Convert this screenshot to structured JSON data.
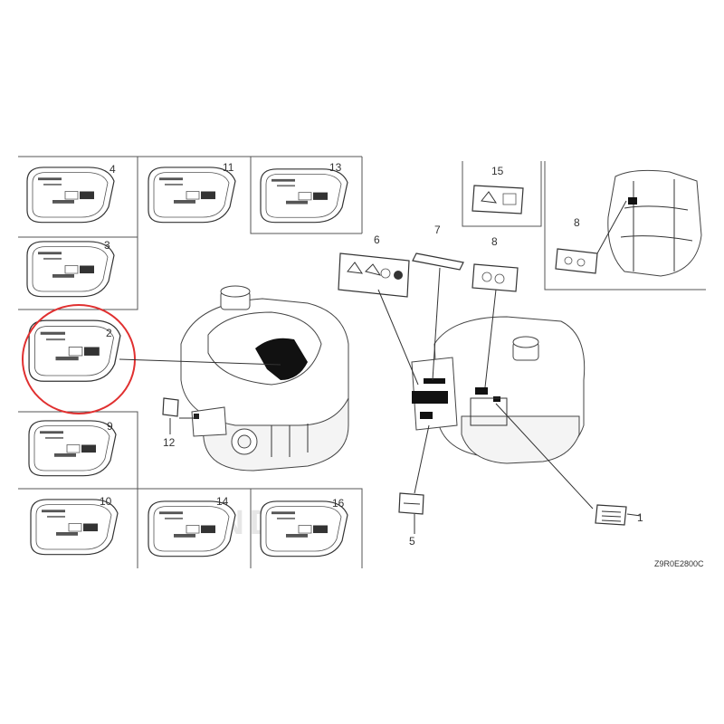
{
  "watermark": "HONDA",
  "diagram_code": "Z9R0E2800C",
  "parts": [
    {
      "key": "p1",
      "number": "1"
    },
    {
      "key": "p2",
      "number": "2",
      "highlighted": true
    },
    {
      "key": "p3",
      "number": "3"
    },
    {
      "key": "p4",
      "number": "4"
    },
    {
      "key": "p5",
      "number": "5"
    },
    {
      "key": "p6",
      "number": "6"
    },
    {
      "key": "p7",
      "number": "7"
    },
    {
      "key": "p8a",
      "number": "8"
    },
    {
      "key": "p8b",
      "number": "8"
    },
    {
      "key": "p9",
      "number": "9"
    },
    {
      "key": "p10",
      "number": "10"
    },
    {
      "key": "p11",
      "number": "11"
    },
    {
      "key": "p12",
      "number": "12"
    },
    {
      "key": "p13",
      "number": "13"
    },
    {
      "key": "p14",
      "number": "14"
    },
    {
      "key": "p15",
      "number": "15"
    },
    {
      "key": "p16",
      "number": "16"
    }
  ],
  "colors": {
    "highlight_circle": "#e03030",
    "line": "#333333",
    "decal_fill": "#111111"
  }
}
